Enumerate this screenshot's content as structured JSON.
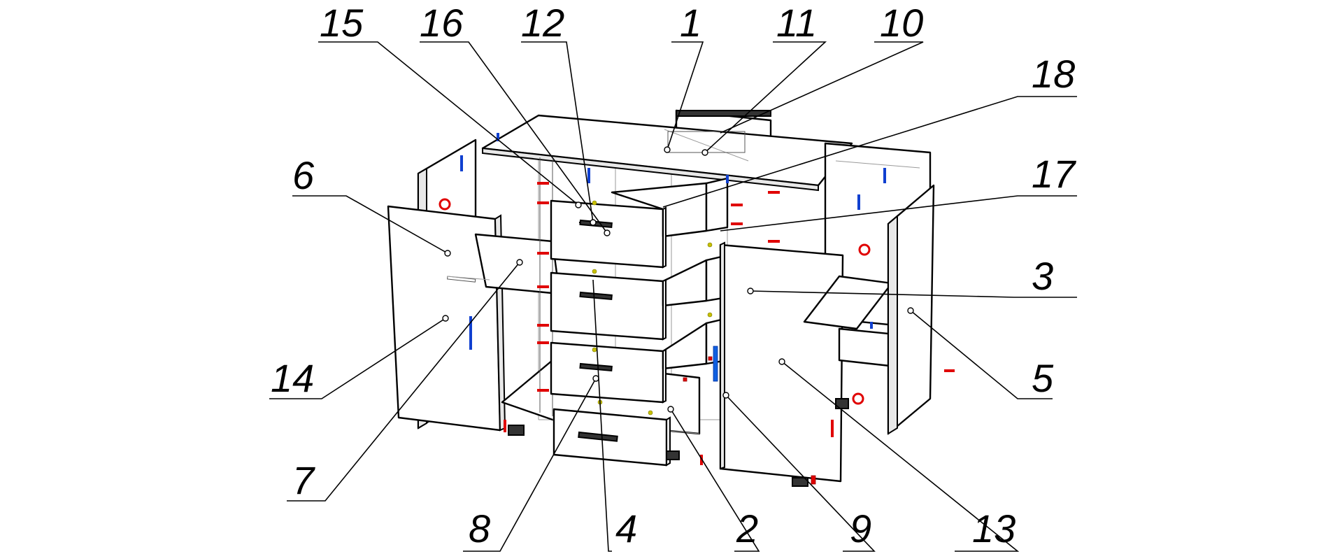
{
  "diagram": {
    "callouts": [
      {
        "id": "c15",
        "label": "15"
      },
      {
        "id": "c16",
        "label": "16"
      },
      {
        "id": "c12",
        "label": "12"
      },
      {
        "id": "c1",
        "label": "1"
      },
      {
        "id": "c11",
        "label": "11"
      },
      {
        "id": "c10",
        "label": "10"
      },
      {
        "id": "c18",
        "label": "18"
      },
      {
        "id": "c17",
        "label": "17"
      },
      {
        "id": "c6",
        "label": "6"
      },
      {
        "id": "c3",
        "label": "3"
      },
      {
        "id": "c14",
        "label": "14"
      },
      {
        "id": "c5",
        "label": "5"
      },
      {
        "id": "c7",
        "label": "7"
      },
      {
        "id": "c8",
        "label": "8"
      },
      {
        "id": "c4",
        "label": "4"
      },
      {
        "id": "c2",
        "label": "2"
      },
      {
        "id": "c9",
        "label": "9"
      },
      {
        "id": "c13",
        "label": "13"
      }
    ]
  }
}
